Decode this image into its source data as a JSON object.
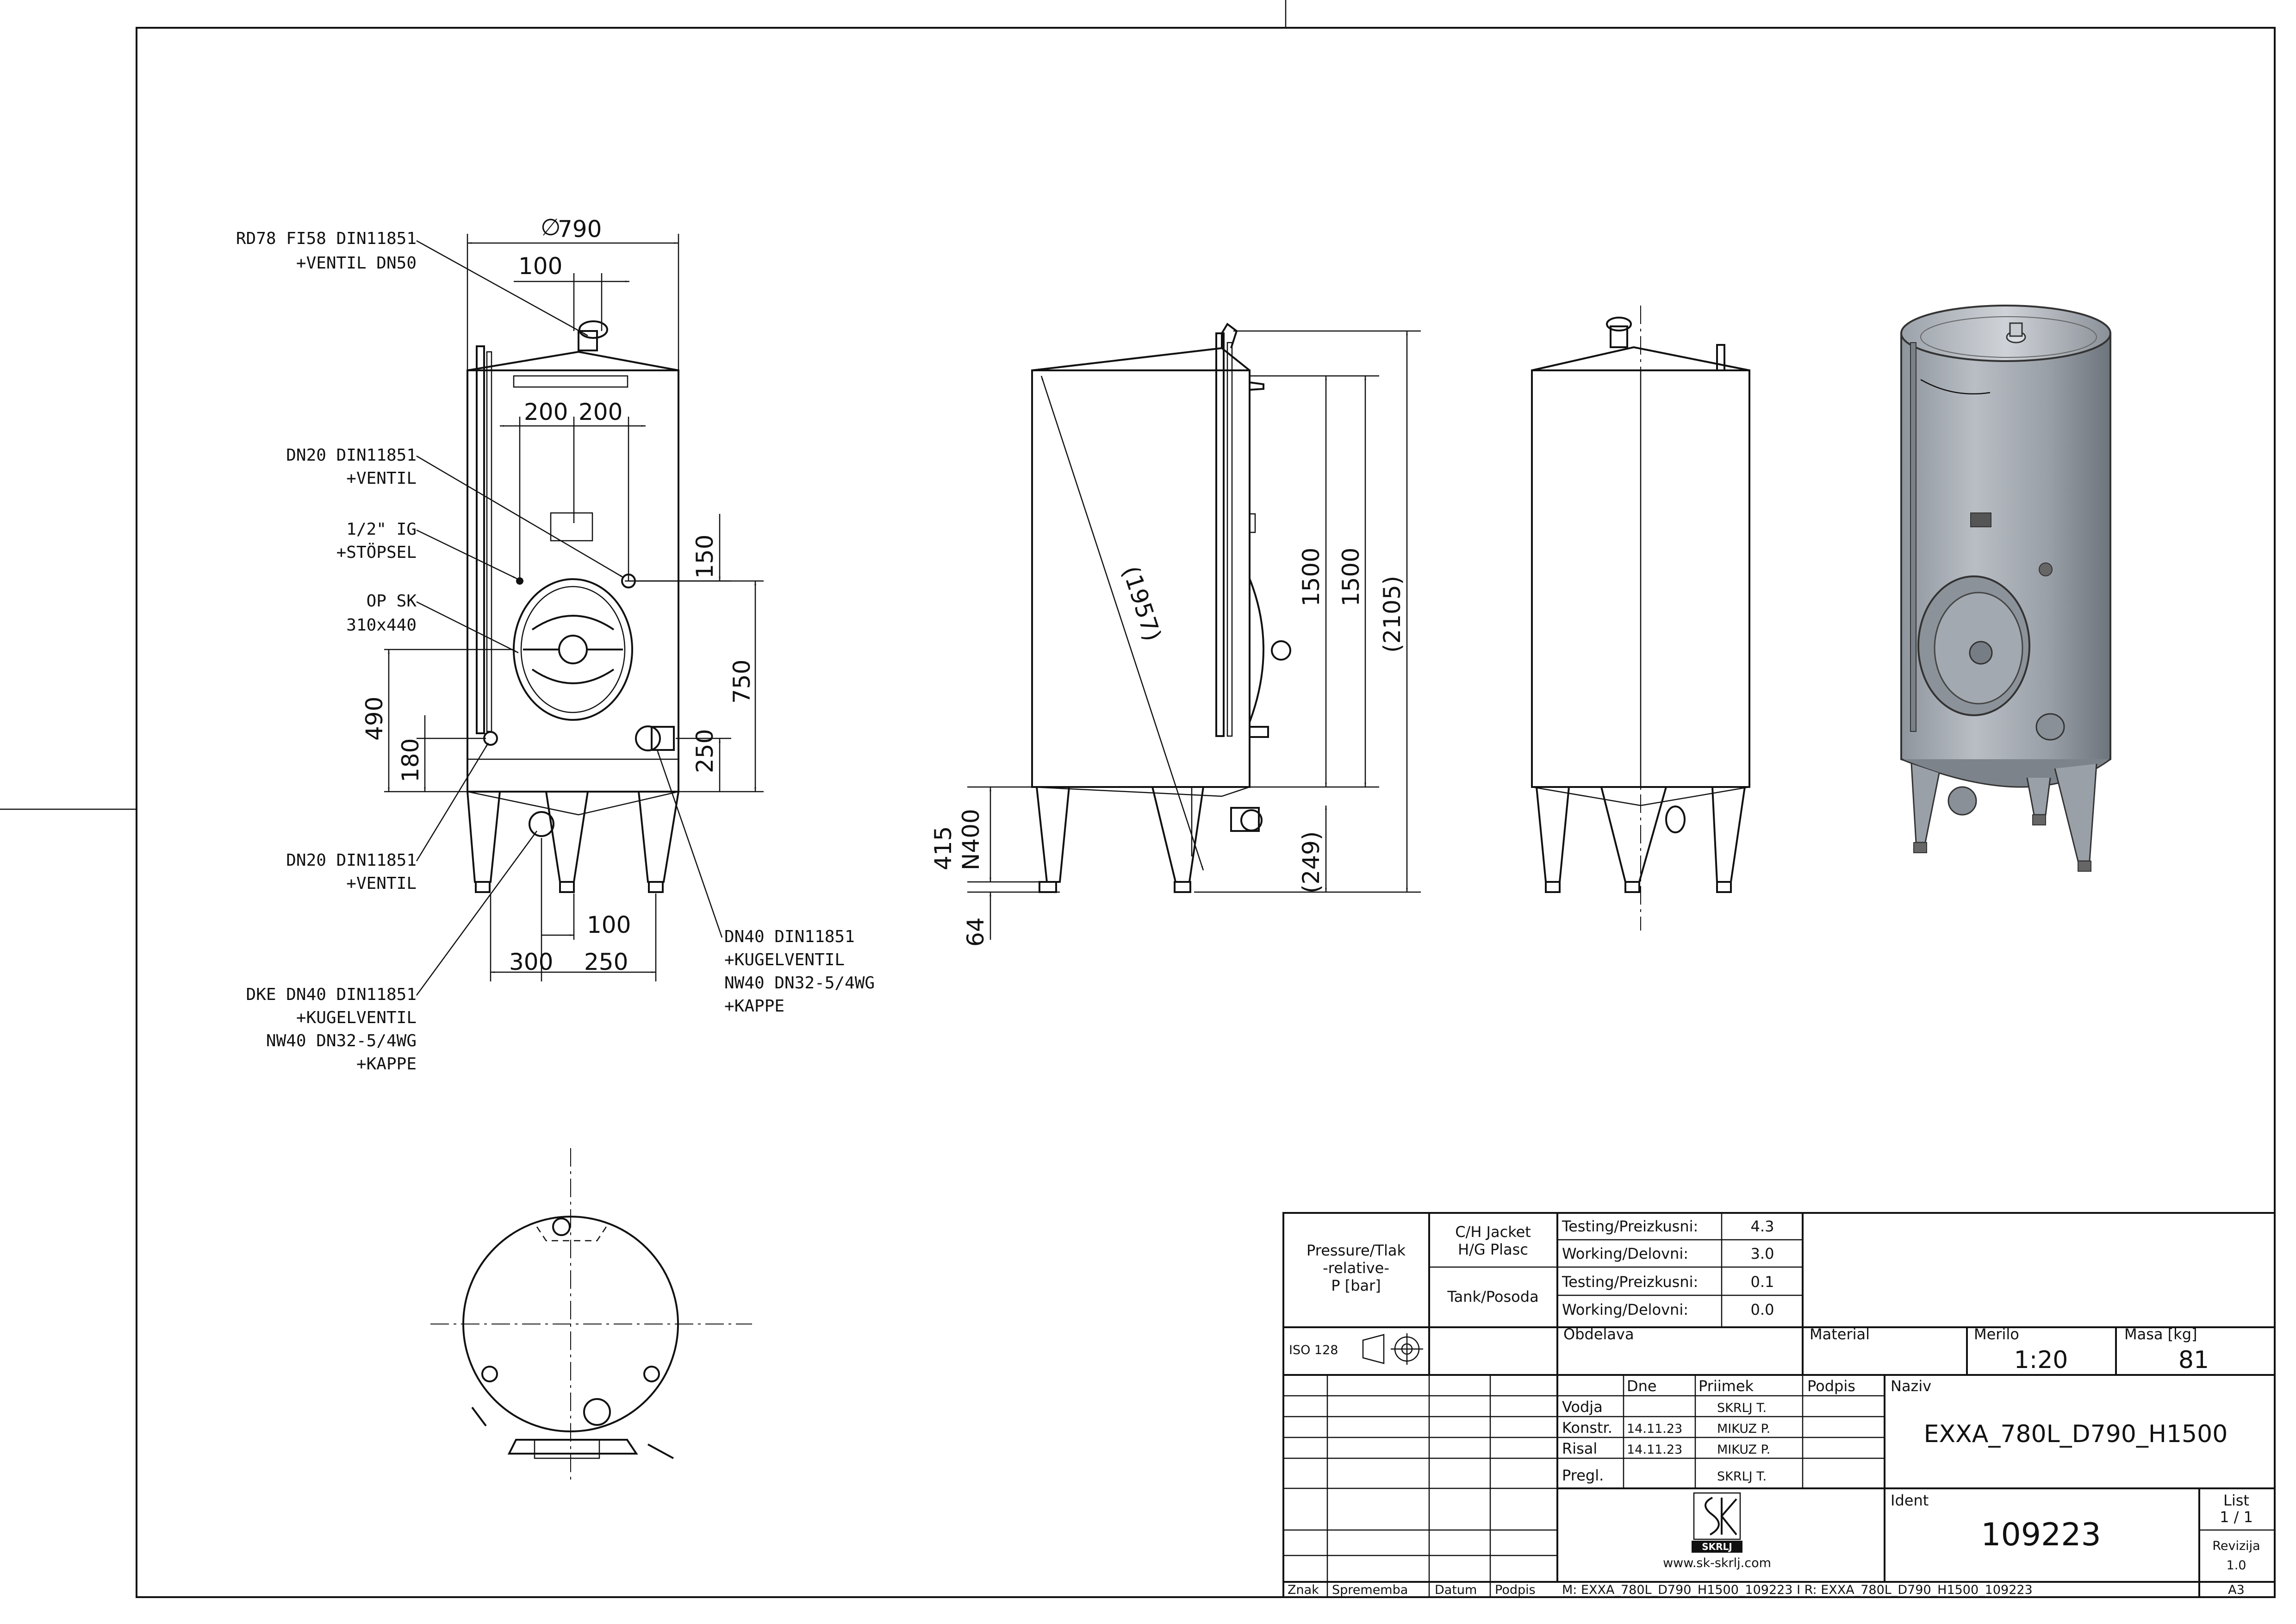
{
  "notes": {
    "top_connection": [
      "RD78 FI58 DIN11851",
      "+VENTIL DN50"
    ],
    "dn20_top": [
      "DN20 DIN11851",
      "+VENTIL"
    ],
    "plug": [
      "1/2\" IG",
      "+STÖPSEL"
    ],
    "manway": [
      "OP SK",
      "310x440"
    ],
    "dn20_bottom": [
      "DN20 DIN11851",
      "+VENTIL"
    ],
    "dke": [
      "DKE DN40 DIN11851",
      "+KUGELVENTIL",
      "NW40 DN32-5/4WG",
      "+KAPPE"
    ],
    "dn40": [
      "DN40 DIN11851",
      "+KUGELVENTIL",
      "NW40 DN32-5/4WG",
      "+KAPPE"
    ]
  },
  "dimensions": {
    "diameter": "790",
    "top_offset": "100",
    "spacing_left": "200",
    "spacing_right": "200",
    "nozzle_height": "150",
    "manway_height": "750",
    "h490": "490",
    "h180": "180",
    "h250": "250",
    "bottom_100": "100",
    "bottom_300": "300",
    "bottom_250": "250",
    "diag": "(1957)",
    "cyl_1": "1500",
    "cyl_2": "1500",
    "total": "(2105)",
    "h415": "415",
    "n400": "N400",
    "h64": "64",
    "h249": "(249)"
  },
  "title_block": {
    "pressure_label": [
      "Pressure/Tlak",
      "-relative-",
      "P [bar]"
    ],
    "jacket_label": [
      "C/H Jacket",
      "H/G Plasc"
    ],
    "tank_label": "Tank/Posoda",
    "rows": [
      {
        "label": "Testing/Preizkusni:",
        "value": "4.3"
      },
      {
        "label": "Working/Delovni:",
        "value": "3.0"
      },
      {
        "label": "Testing/Preizkusni:",
        "value": "0.1"
      },
      {
        "label": "Working/Delovni:",
        "value": "0.0"
      }
    ],
    "iso": "ISO 128",
    "obdelava": "Obdelava",
    "material": "Material",
    "merilo_label": "Merilo",
    "merilo": "1:20",
    "masa_label": "Masa [kg]",
    "masa": "81",
    "col_dne": "Dne",
    "col_priimek": "Priimek",
    "col_podpis": "Podpis",
    "naziv_label": "Naziv",
    "naziv": "EXXA_780L_D790_H1500",
    "people": [
      {
        "role": "Vodja",
        "date": "",
        "name": "SKRLJ T."
      },
      {
        "role": "Konstr.",
        "date": "14.11.23",
        "name": "MIKUZ P."
      },
      {
        "role": "Risal",
        "date": "14.11.23",
        "name": "MIKUZ P."
      },
      {
        "role": "Pregl.",
        "date": "",
        "name": "SKRLJ T."
      }
    ],
    "ident_label": "Ident",
    "ident": "109223",
    "list_label": "List",
    "list_value": "1 / 1",
    "revizija_label": "Revizija",
    "revizija": "1.0",
    "logo_text": "SKRLJ",
    "website": "www.sk-skrlj.com",
    "bottom": {
      "znak": "Znak",
      "sprememba": "Sprememba",
      "datum": "Datum",
      "podpis": "Podpis",
      "file": "M: EXXA_780L_D790_H1500_109223 I R: EXXA_780L_D790_H1500_109223",
      "format": "A3"
    }
  }
}
